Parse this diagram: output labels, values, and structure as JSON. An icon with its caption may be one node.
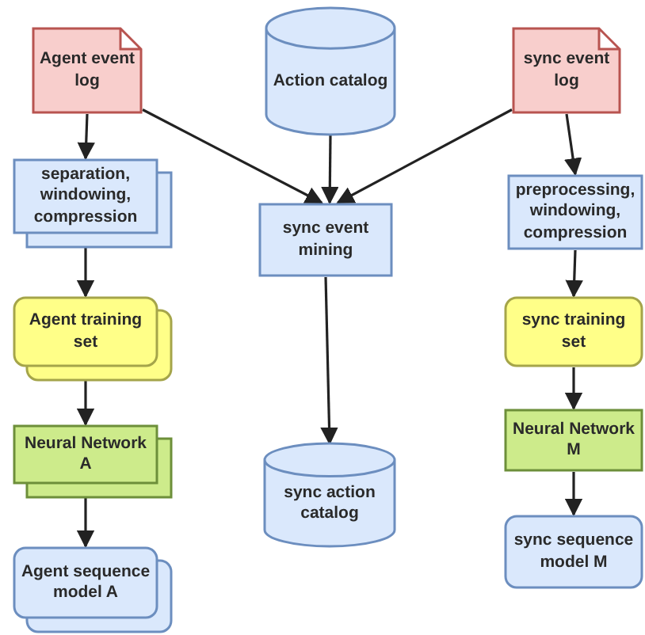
{
  "diagram": {
    "nodes": [
      {
        "text": [
          "Agent event log"
        ]
      },
      {
        "text": [
          "Action catalog"
        ]
      },
      {
        "text": [
          "sync event log"
        ]
      },
      {
        "text": [
          "separation, windowing, compression"
        ]
      },
      {
        "text": [
          "sync event mining"
        ]
      },
      {
        "text": [
          "preprocessing, windowing, compression"
        ]
      },
      {
        "text": [
          "Agent training set"
        ]
      },
      {
        "text": [
          "sync training set"
        ]
      },
      {
        "text": [
          "Neural Network A"
        ]
      },
      {
        "text": [
          "Neural Network M"
        ]
      },
      {
        "text": [
          "sync action catalog"
        ]
      },
      {
        "text": [
          "Agent sequence model A"
        ]
      },
      {
        "text": [
          "sync sequence model M"
        ]
      }
    ],
    "edges": [
      {
        "from": 0,
        "to": 3,
        "arrow": "to"
      },
      {
        "from": 0,
        "to": 4,
        "arrow": "to"
      },
      {
        "from": 1,
        "to": 4,
        "arrow": "to"
      },
      {
        "from": 2,
        "to": 4,
        "arrow": "to"
      },
      {
        "from": 2,
        "to": 5,
        "arrow": "to"
      },
      {
        "from": 3,
        "to": 6,
        "arrow": "to"
      },
      {
        "from": 5,
        "to": 7,
        "arrow": "to"
      },
      {
        "from": 6,
        "to": 8,
        "arrow": "to"
      },
      {
        "from": 7,
        "to": 9,
        "arrow": "to"
      },
      {
        "from": 4,
        "to": 10,
        "arrow": "to"
      },
      {
        "from": 8,
        "to": 11,
        "arrow": "to"
      },
      {
        "from": 9,
        "to": 12,
        "arrow": "to"
      }
    ]
  }
}
